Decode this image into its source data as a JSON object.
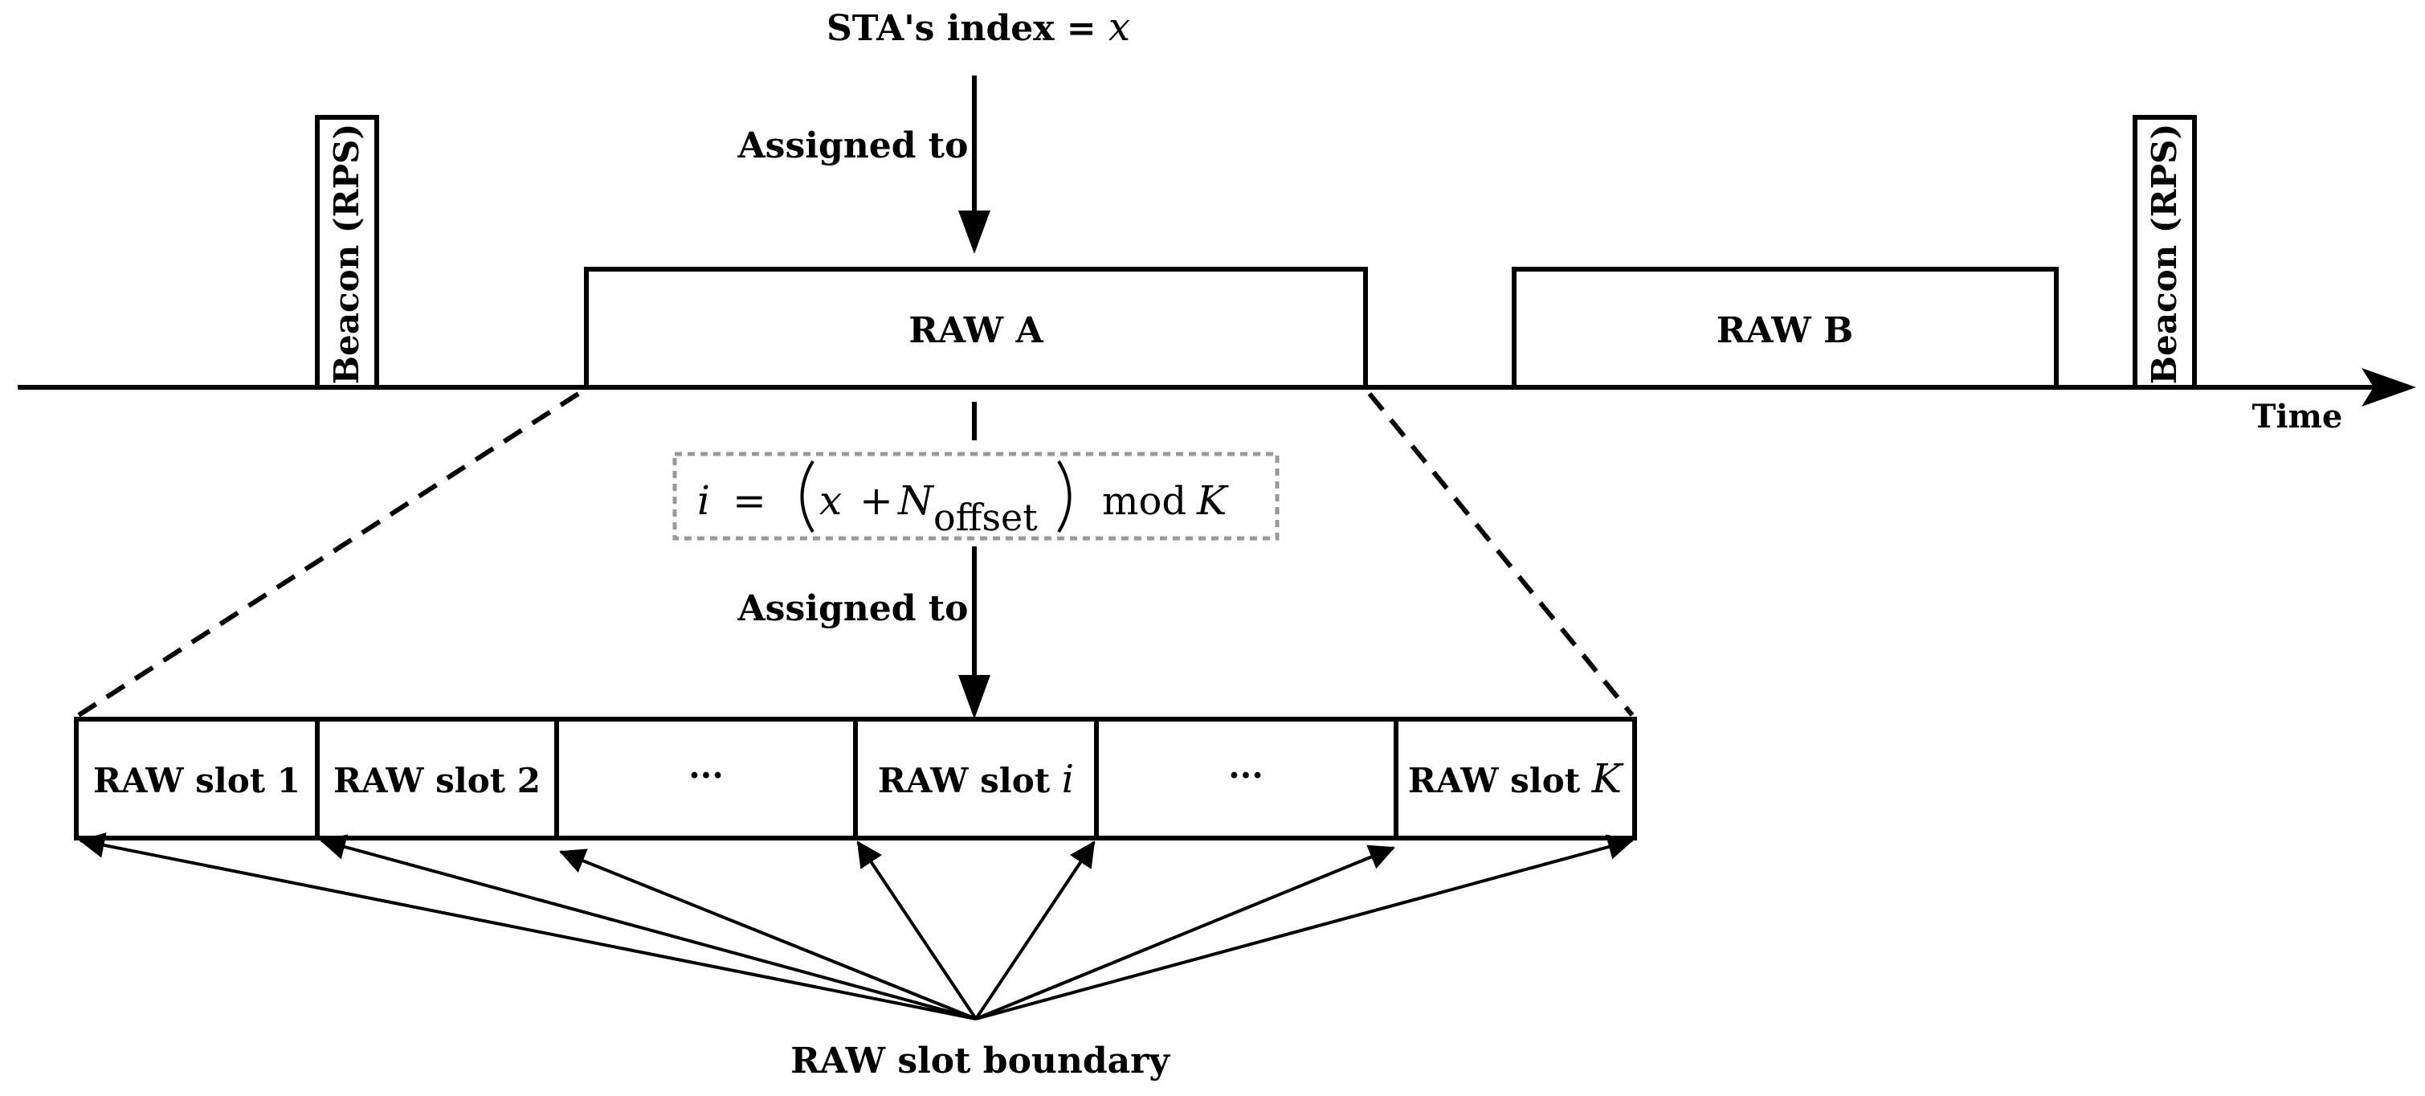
{
  "top": {
    "sta_label": "STA's index = ",
    "sta_var": "x",
    "assigned_top": "Assigned to"
  },
  "timeline": {
    "beacon_label": "Beacon (RPS)",
    "raw_a": "RAW A",
    "raw_b": "RAW B",
    "time_label": "Time"
  },
  "formula": {
    "lhs": "i",
    "eq": "=",
    "x": "x",
    "plus": "+",
    "N": "N",
    "sub": "offset",
    "mod": "mod",
    "K": "K"
  },
  "assigned_mid": "Assigned to",
  "slots": {
    "slot1": "RAW slot 1",
    "slot2": "RAW slot 2",
    "dots": "...",
    "sloti_text": "RAW slot ",
    "sloti_var": "i",
    "slotK_text": "RAW slot ",
    "slotK_var": "K"
  },
  "boundary_label": "RAW slot boundary"
}
